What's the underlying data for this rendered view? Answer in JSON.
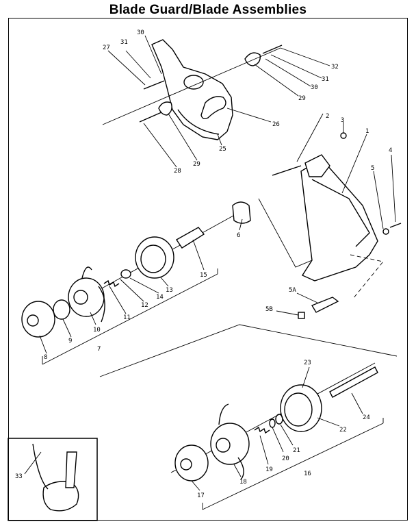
{
  "title": "Blade Guard/Blade Assemblies",
  "callouts": [
    "1",
    "2",
    "3",
    "4",
    "5",
    "5A",
    "5B",
    "6",
    "7",
    "8",
    "9",
    "10",
    "11",
    "12",
    "13",
    "14",
    "15",
    "16",
    "17",
    "18",
    "19",
    "20",
    "21",
    "22",
    "23",
    "24",
    "25",
    "26",
    "27",
    "28",
    "29",
    "30",
    "31",
    "32",
    "33"
  ]
}
